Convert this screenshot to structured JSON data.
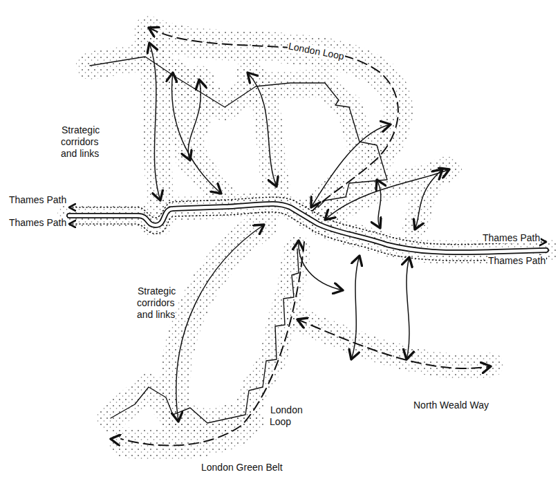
{
  "diagram": {
    "labels": [
      "London Loop",
      "Strategic corridors and links",
      "Thames Path",
      "Thames Path",
      "Strategic corridors and links",
      "Thames Path",
      "Thames Path",
      "North Weald Way",
      "London Loop",
      "London Green Belt"
    ]
  }
}
